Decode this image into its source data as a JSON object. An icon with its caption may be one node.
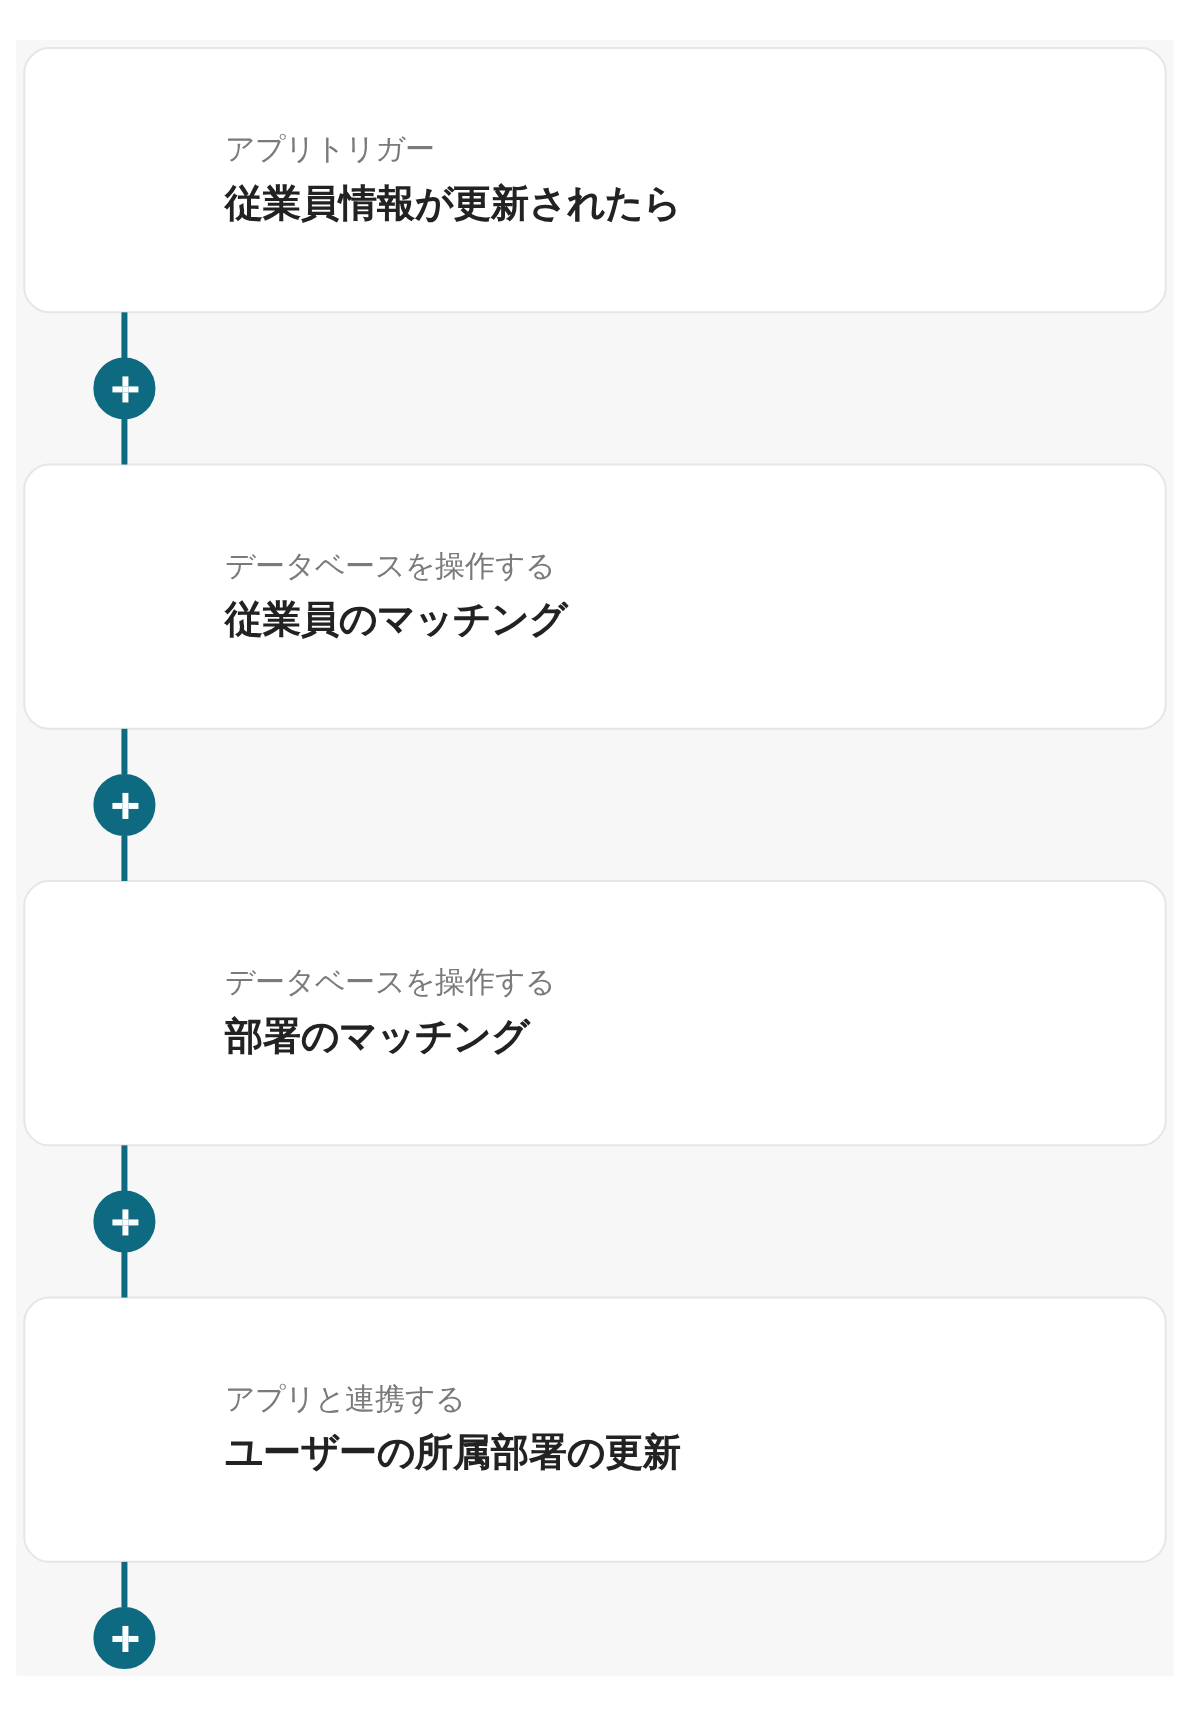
{
  "diagram": {
    "nodes": [
      {
        "text": [
          "アプリトリガー",
          "従業員情報が更新されたら"
        ]
      },
      {
        "text": [],
        "shape": "circle"
      },
      {
        "text": [
          "データベースを操作する",
          "従業員のマッチング"
        ]
      },
      {
        "text": [],
        "shape": "circle"
      },
      {
        "text": [
          "データベースを操作する",
          "部署のマッチング"
        ]
      },
      {
        "text": [],
        "shape": "circle"
      },
      {
        "text": [
          "アプリと連携する",
          "ユーザーの所属部署の更新"
        ]
      },
      {
        "text": [],
        "shape": "circle"
      }
    ],
    "edges": [
      {
        "from": 0,
        "to": 1,
        "arrow": "none"
      },
      {
        "from": 1,
        "to": 2,
        "arrow": "none"
      },
      {
        "from": 2,
        "to": 3,
        "arrow": "none"
      },
      {
        "from": 3,
        "to": 4,
        "arrow": "none"
      },
      {
        "from": 4,
        "to": 5,
        "arrow": "none"
      },
      {
        "from": 5,
        "to": 6,
        "arrow": "none"
      },
      {
        "from": 6,
        "to": 7,
        "arrow": "none"
      }
    ]
  }
}
